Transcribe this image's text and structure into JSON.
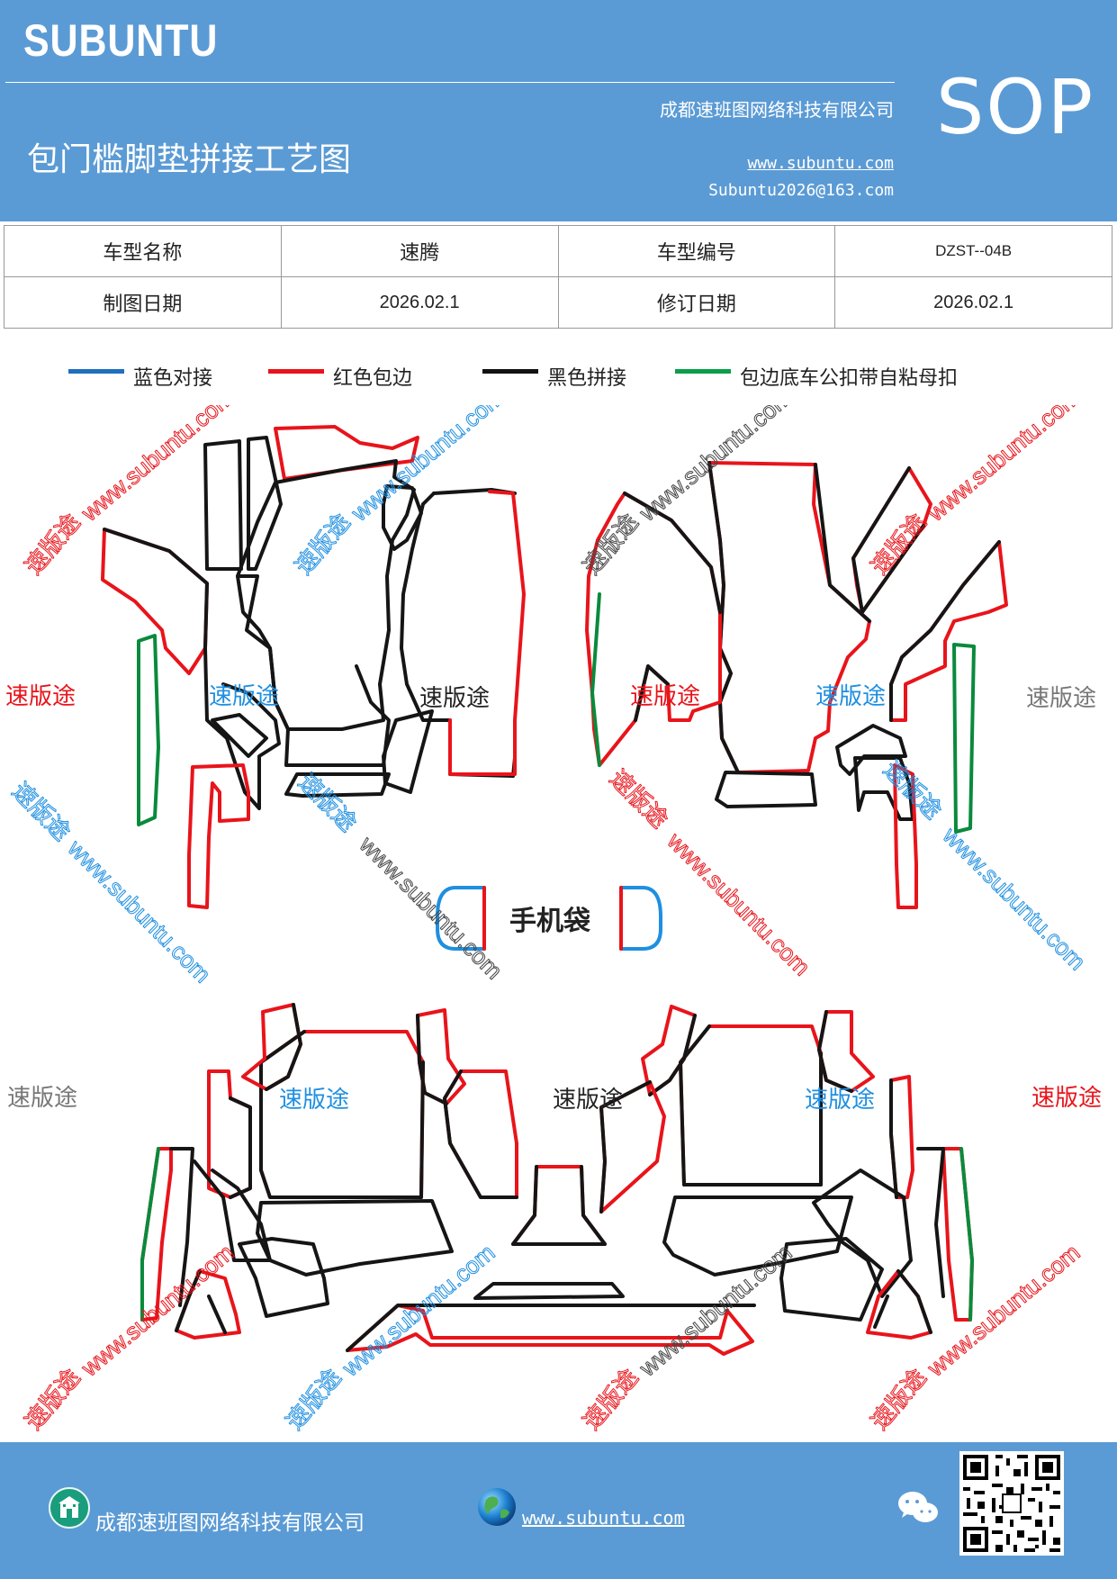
{
  "header": {
    "brand": "SUBUNTU",
    "title": "包门槛脚垫拼接工艺图",
    "company": "成都速班图网络科技有限公司",
    "website": "www.subuntu.com",
    "email": "Subuntu2026@163.com",
    "badge": "SOP"
  },
  "info": {
    "model_name_label": "车型名称",
    "model_name_value": "速腾",
    "model_code_label": "车型编号",
    "model_code_value": "DZST--04B",
    "draw_date_label": "制图日期",
    "draw_date_value": "2026.02.1",
    "revise_date_label": "修订日期",
    "revise_date_value": "2026.02.1"
  },
  "legend": [
    {
      "label": "蓝色对接",
      "color": "#1f6fbf"
    },
    {
      "label": "红色包边",
      "color": "#e8141b"
    },
    {
      "label": "黑色拼接",
      "color": "#111111"
    },
    {
      "label": "包边底车公扣带自粘母扣",
      "color": "#0a9e4a"
    }
  ],
  "diagram": {
    "phone_pocket_label": "手机袋",
    "watermark_brand": "速版途",
    "watermark_url": "www.subuntu.com",
    "colors": {
      "red": "#e8141b",
      "black": "#151515",
      "green": "#0a8a3c",
      "blue": "#1f8fe0"
    }
  },
  "footer": {
    "company": "成都速班图网络科技有限公司",
    "website": "www.subuntu.com"
  }
}
